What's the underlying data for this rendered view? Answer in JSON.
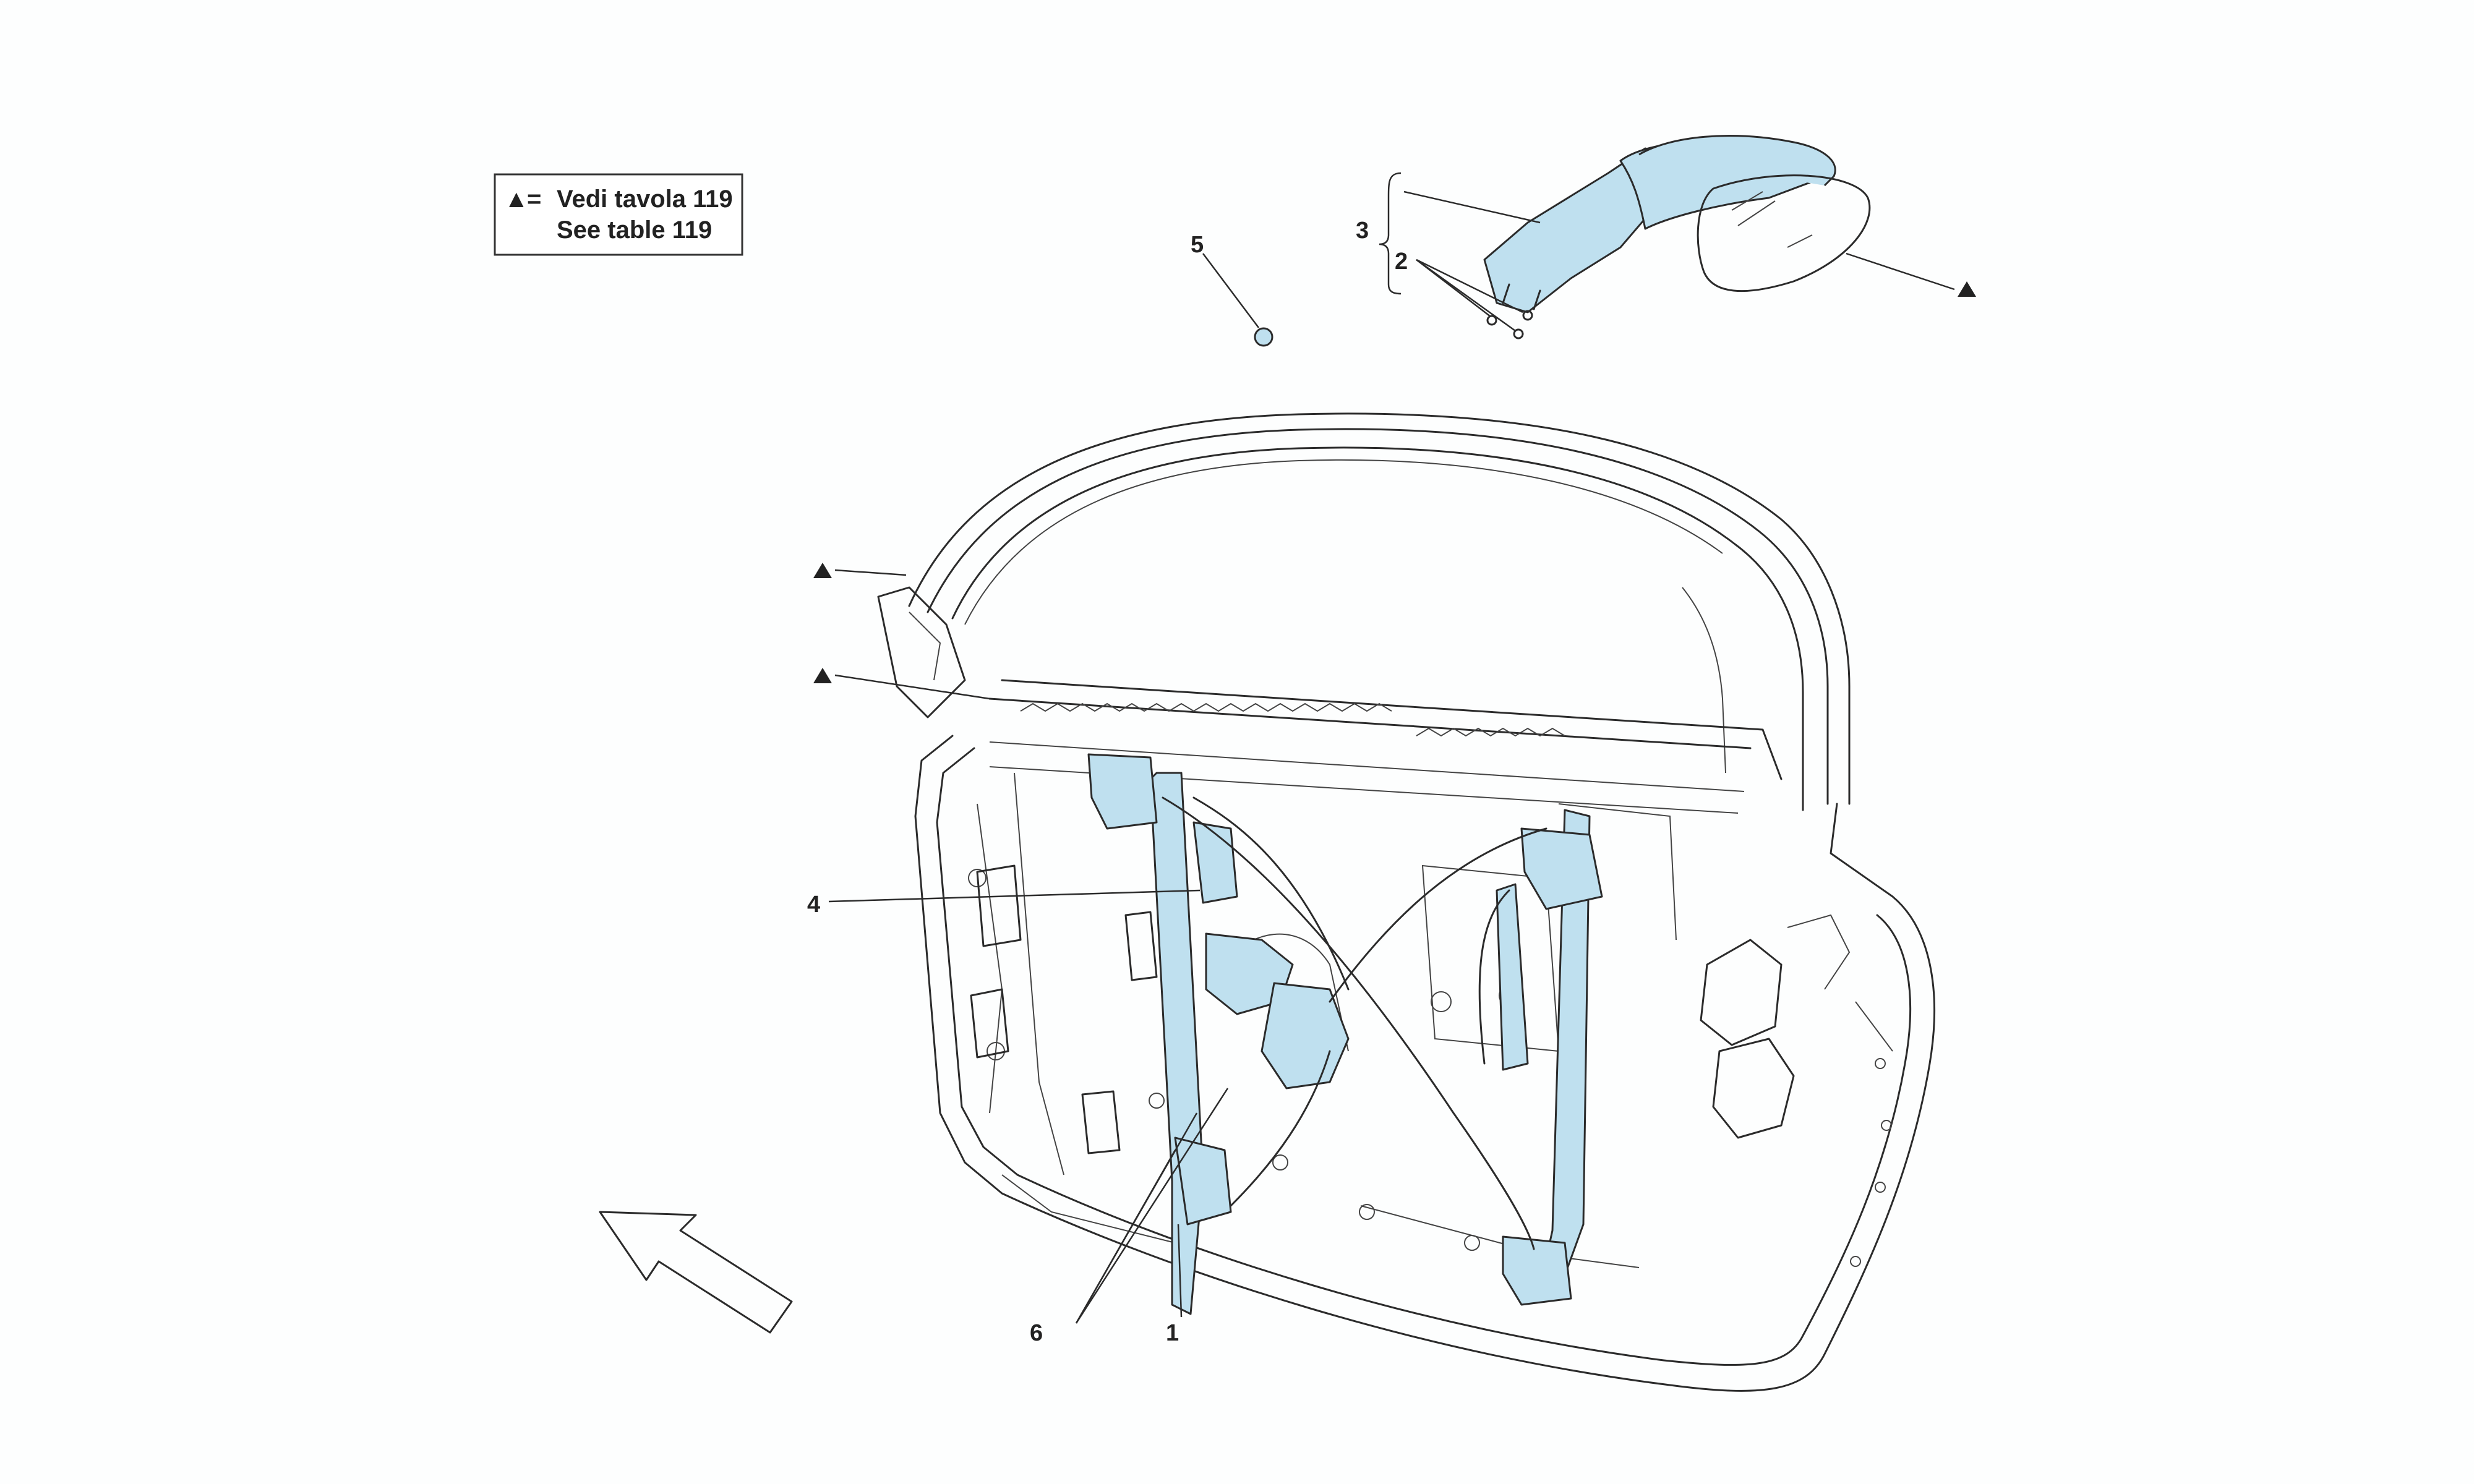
{
  "legend": {
    "symbol": "▲",
    "equals": "=",
    "line1": "Vedi tavola 119",
    "line2": "See table 119"
  },
  "callouts": {
    "c1": "1",
    "c2": "2",
    "c3": "3",
    "c4": "4",
    "c5": "5",
    "c6": "6"
  },
  "colors": {
    "part_highlight": "#bfe0ef",
    "outline": "#2b2b2b",
    "background": "#ffffff"
  }
}
